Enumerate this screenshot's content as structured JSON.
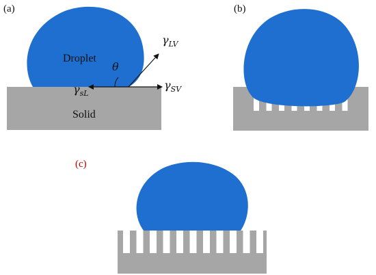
{
  "colors": {
    "droplet": "#1f6fd0",
    "solid": "#a6a6a6",
    "label_red": "#c00000",
    "label_black": "#111111",
    "gap_white": "#ffffff"
  },
  "panels": [
    {
      "id": "a",
      "label": "(a)",
      "label_color": "black"
    },
    {
      "id": "b",
      "label": "(b)",
      "label_color": "black"
    },
    {
      "id": "c",
      "label": "(c)",
      "label_color": "red"
    }
  ],
  "panel_a": {
    "droplet_label": "Droplet",
    "solid_label": "Solid",
    "theta": "θ",
    "gamma_lv": {
      "base": "γ",
      "sub": "LV"
    },
    "gamma_sv": {
      "base": "γ",
      "sub": "SV"
    },
    "gamma_sl": {
      "base": "γ",
      "sub": "sL"
    }
  }
}
